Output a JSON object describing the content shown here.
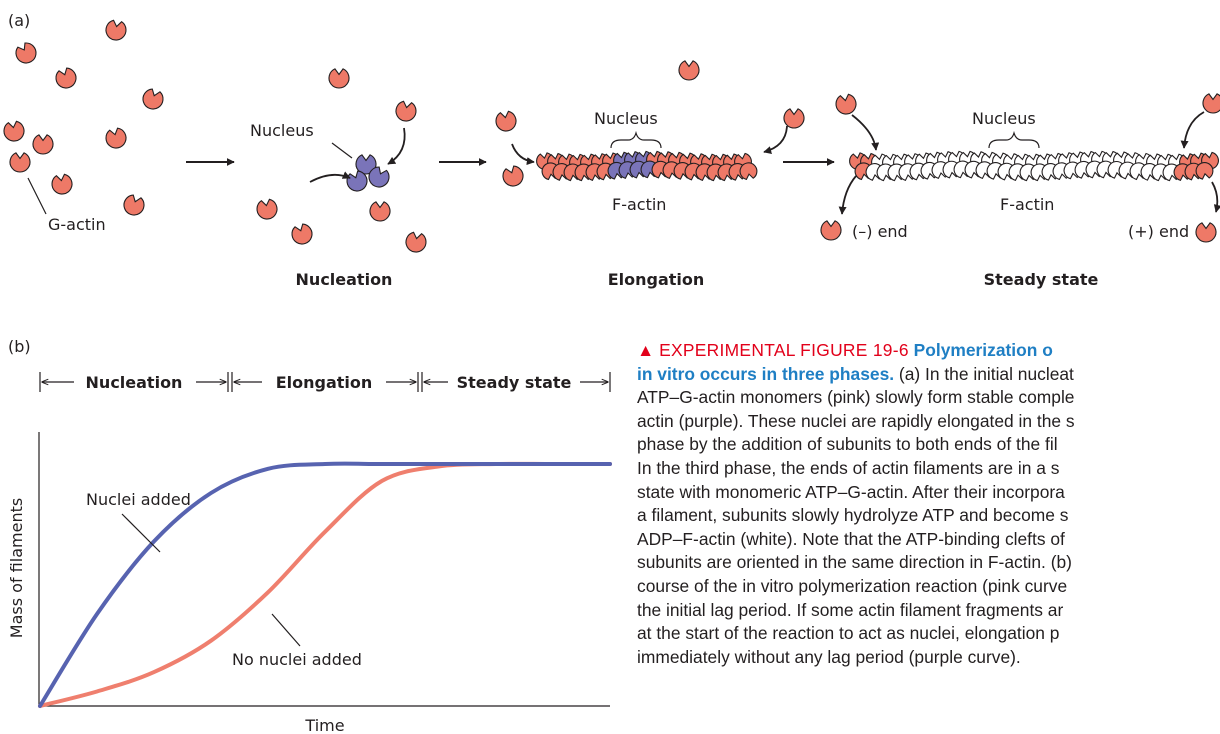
{
  "panel_a": {
    "label": "(a)",
    "g_actin_label": "G-actin",
    "nucleus_label": "Nucleus",
    "f_actin_label": "F-actin",
    "minus_end_label": "(–) end",
    "plus_end_label": "(+) end",
    "phases": [
      "Nucleation",
      "Elongation",
      "Steady state"
    ]
  },
  "panel_b": {
    "label": "(b)",
    "phases": [
      "Nucleation",
      "Elongation",
      "Steady state"
    ],
    "curve_labels": [
      "Nuclei added",
      "No nuclei added"
    ]
  },
  "caption": {
    "tag": "EXPERIMENTAL FIGURE 19-6",
    "head_line1": "Polymerization o",
    "head_line2": "in vitro occurs in three phases.",
    "line2_rest": " (a) In the initial nucleat",
    "lines": [
      "ATP–G-actin monomers (pink) slowly form stable comple",
      "actin (purple). These nuclei are rapidly elongated in the s",
      "phase by the addition of subunits to both ends of the fil",
      "In the third phase, the ends of actin filaments are in a s",
      "state with monomeric ATP–G-actin. After their incorpora",
      "a filament, subunits slowly hydrolyze ATP and become s",
      "ADP–F-actin (white). Note that the ATP-binding clefts of",
      "subunits are oriented in the same direction in F-actin. (b)",
      "course of the in vitro polymerization reaction (pink curve",
      "the initial lag period. If some actin filament fragments ar",
      "at the start of the reaction to act as nuclei, elongation p",
      "immediately without any lag period (purple curve)."
    ]
  },
  "colors": {
    "g_actin": "#ee7967",
    "nucleus": "#7a74b9",
    "adp_actin": "#ffffff",
    "curve_nuclei_added": "#5763b0",
    "curve_no_nuclei": "#ef7f6e",
    "caption_tag": "#e2001a",
    "caption_head": "#1f7fc4"
  },
  "chart_data": {
    "type": "line",
    "xlabel": "Time",
    "ylabel": "Mass of filaments",
    "x": [
      0,
      0.1,
      0.2,
      0.3,
      0.4,
      0.5,
      0.6,
      0.7,
      0.8,
      0.9,
      1.0
    ],
    "series": [
      {
        "name": "Nuclei added",
        "values": [
          0,
          0.38,
          0.68,
          0.88,
          0.98,
          1.0,
          1.0,
          1.0,
          1.0,
          1.0,
          1.0
        ]
      },
      {
        "name": "No nuclei added",
        "values": [
          0,
          0.06,
          0.14,
          0.27,
          0.47,
          0.72,
          0.93,
          0.99,
          1.0,
          1.0,
          1.0
        ]
      }
    ],
    "grid": false
  }
}
